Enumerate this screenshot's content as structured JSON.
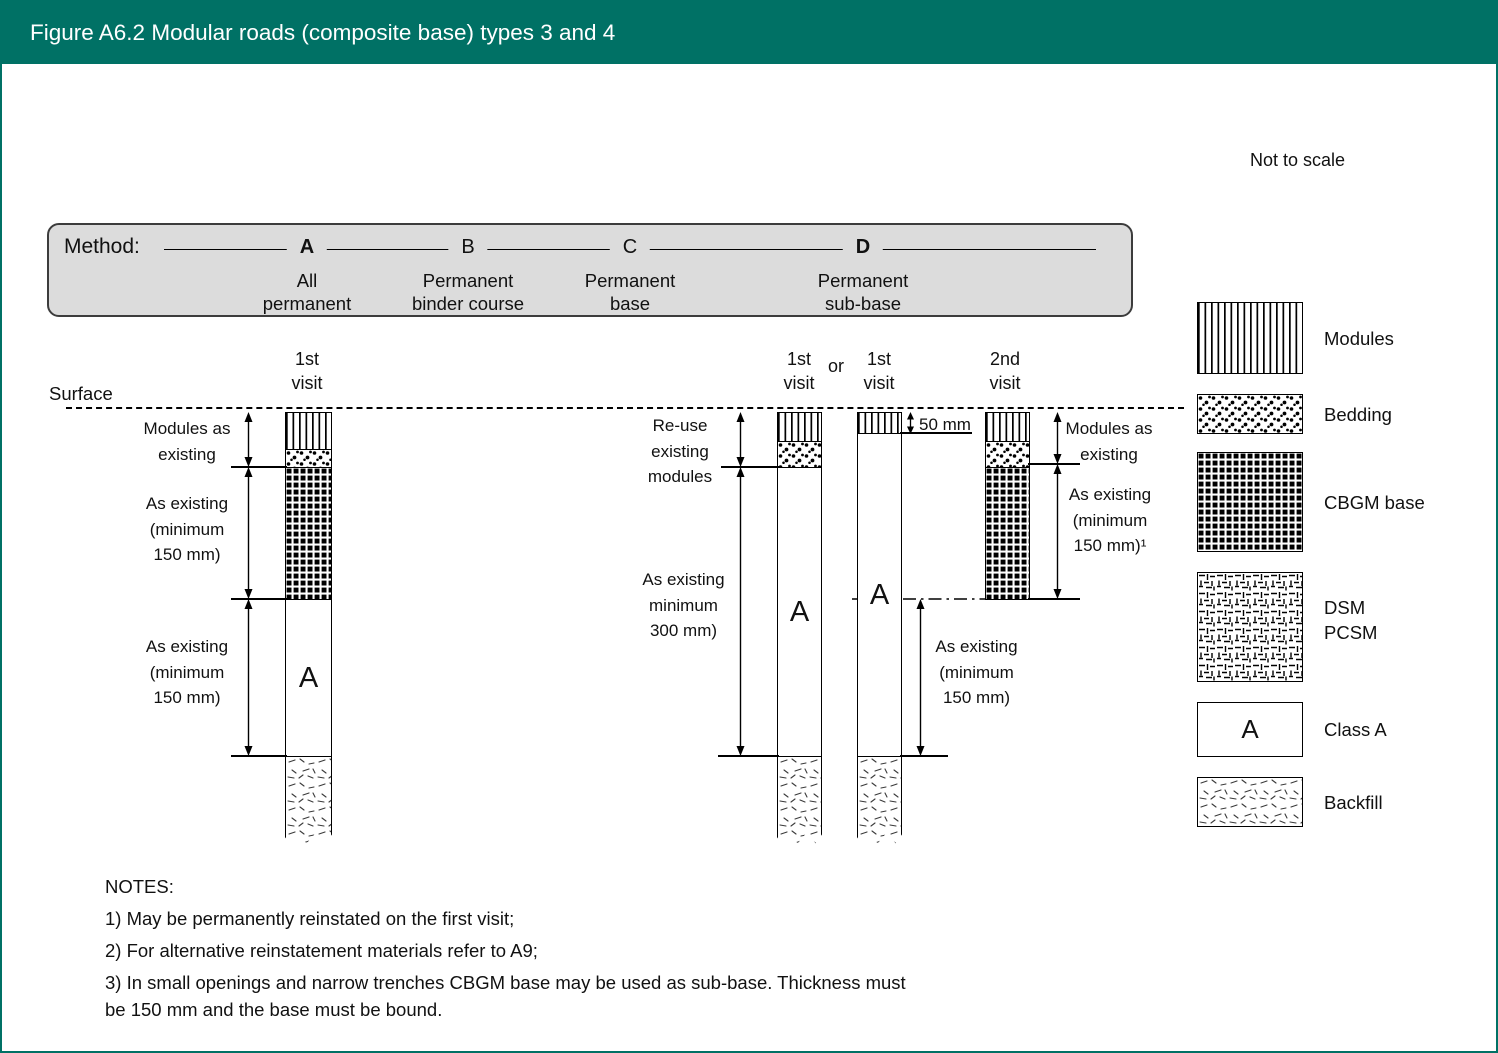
{
  "header": {
    "title": "Figure A6.2 Modular roads (composite base) types 3 and 4"
  },
  "scale_note": "Not to scale",
  "colors": {
    "header_bg": "#007165",
    "method_box_bg": "#dcdcdc",
    "ink": "#000000"
  },
  "method": {
    "label": "Method:",
    "items": [
      {
        "letter": "A",
        "desc": "All\npermanent"
      },
      {
        "letter": "B",
        "desc": "Permanent\nbinder course"
      },
      {
        "letter": "C",
        "desc": "Permanent\nbase"
      },
      {
        "letter": "D",
        "desc": "Permanent\nsub-base"
      }
    ]
  },
  "surface_label": "Surface",
  "visit_labels": {
    "col1": "1st\nvisit",
    "col2": "1st\nvisit",
    "or": "or",
    "col3": "1st\nvisit",
    "col4": "2nd\nvisit"
  },
  "class_a_letter": "A",
  "annotations": {
    "col1_modules": "Modules as\nexisting",
    "col1_base": "As existing\n(minimum\n150 mm)",
    "col1_subbase": "As existing\n(minimum\n150 mm)",
    "col2_modules": "Re-use\nexisting\nmodules",
    "col2_depth": "As existing\nminimum\n300 mm)",
    "col3_50mm": "50 mm",
    "col3_subbase": "As existing\n(minimum\n150 mm)",
    "col4_modules": "Modules as\nexisting",
    "col4_base": "As existing\n(minimum\n150 mm)¹"
  },
  "legend": {
    "items": [
      {
        "key": "modules",
        "label": "Modules"
      },
      {
        "key": "bedding",
        "label": "Bedding"
      },
      {
        "key": "cbgm",
        "label": "CBGM base"
      },
      {
        "key": "dsm",
        "label": "DSM\nPCSM"
      },
      {
        "key": "classa",
        "label": "Class A",
        "letter": "A"
      },
      {
        "key": "backfill",
        "label": "Backfill"
      }
    ]
  },
  "notes": {
    "heading": "NOTES:",
    "line1": "1) May be permanently reinstated on the first visit;",
    "line2": "2) For alternative reinstatement materials refer to A9;",
    "line3": "3) In small openings and narrow trenches CBGM base may be used as sub-base. Thickness must\nbe 150 mm and the base must be bound."
  }
}
